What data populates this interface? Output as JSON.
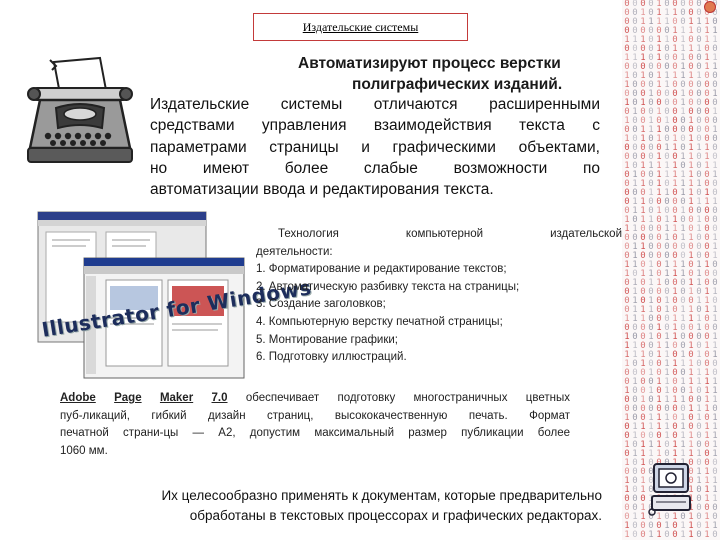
{
  "title": "Издательские системы",
  "heading_line1": "Автоматизируют процесс верстки",
  "heading_line2": "полиграфических изданий.",
  "intro_lines": [
    "Издательские системы отличаются расширенными",
    "средствами управления взаимодействия текста с",
    "параметрами страницы и графическими объектами,",
    "но имеют более слабые возможности по",
    "автоматизации ввода и редактирования текста."
  ],
  "tech": {
    "lead_words": [
      "Технология",
      "компьютерной",
      "издательской"
    ],
    "lead_end": "деятельности:",
    "items": [
      "1. Форматирование и редактирование текстов;",
      "2. Автоматическую разбивку текста на страницы;",
      "3. Создание заголовков;",
      "4. Компьютерную верстку печатной страницы;",
      "5. Монтирование графики;",
      "6. Подготовку иллюстраций."
    ]
  },
  "adobe": {
    "w1": "Adobe",
    "w2": "Page",
    "w3": "Maker",
    "w4": "7.0",
    "line1_rest": "обеспечивает подготовку многостраничных цветных",
    "line2": "пуб-ликаций, гибкий дизайн страниц, высококачественную печать. Формат",
    "line3": "печатной страни-цы — А2, допустим максимальный размер публикации более",
    "line4": "1060 мм."
  },
  "closing_line1": "Их целесообразно применять к документам, которые предварительно",
  "closing_line2": "обработаны в текстовых процессорах и графических редакторах.",
  "illustrator_label": "Illustrator for Windows",
  "colors": {
    "title_border": "#c33a3a",
    "strip_red": "#d05050",
    "strip_gray": "#9a9aa8"
  },
  "icons": [
    "typewriter-icon",
    "computer-icon",
    "close-icon"
  ]
}
